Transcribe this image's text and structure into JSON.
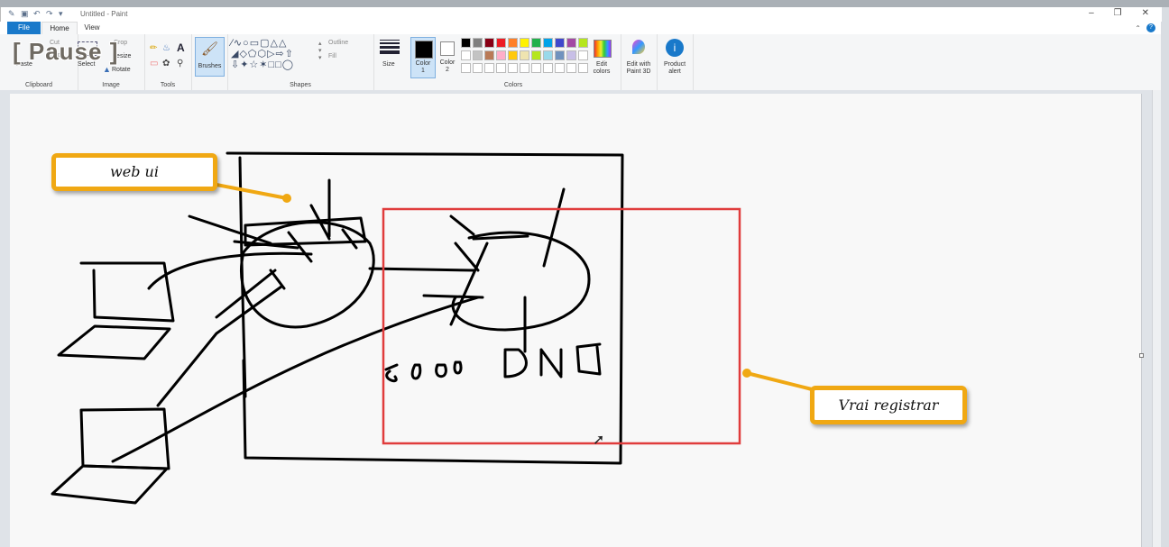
{
  "window": {
    "title": "Untitled - Paint",
    "controls": [
      "–",
      "❐",
      "✕"
    ]
  },
  "tabs": {
    "file": "File",
    "home": "Home",
    "view": "View"
  },
  "overlay": {
    "pause": "[ Pause ]"
  },
  "ribbon": {
    "clipboard": {
      "paste": "Paste",
      "cut": "Cut",
      "copy": "Copy",
      "label": "Clipboard"
    },
    "image": {
      "select": "Select",
      "crop": "Crop",
      "resize": "Resize",
      "rotate": "Rotate",
      "label": "Image"
    },
    "tools": {
      "label": "Tools"
    },
    "brushes": {
      "label": "Brushes"
    },
    "shapes": {
      "outline": "Outline",
      "fill": "Fill",
      "label": "Shapes"
    },
    "size": {
      "label": "Size"
    },
    "color1": {
      "label1": "Color",
      "label2": "1"
    },
    "color2": {
      "label1": "Color",
      "label2": "2"
    },
    "colors": {
      "label": "Colors"
    },
    "edit_colors": {
      "label1": "Edit",
      "label2": "colors"
    },
    "paint3d": {
      "label1": "Edit with",
      "label2": "Paint 3D"
    },
    "product_alert": {
      "label1": "Product",
      "label2": "alert"
    },
    "palette_row1": [
      "#000000",
      "#7f7f7f",
      "#880015",
      "#ed1c24",
      "#ff7f27",
      "#fff200",
      "#22b14c",
      "#00a2e8",
      "#3f48cc",
      "#a349a4",
      "#b5e61d"
    ],
    "palette_row2": [
      "#ffffff",
      "#c3c3c3",
      "#b97a57",
      "#ffaec9",
      "#ffc90e",
      "#efe4b0",
      "#b5e61d",
      "#99d9ea",
      "#7092be",
      "#c8bfe7",
      "#ffffff"
    ]
  },
  "canvas": {
    "callout_web": "web ui",
    "callout_vrai": "Vrai registrar",
    "highlight_color": "#e03c3c",
    "callout_color": "#f0a813"
  }
}
